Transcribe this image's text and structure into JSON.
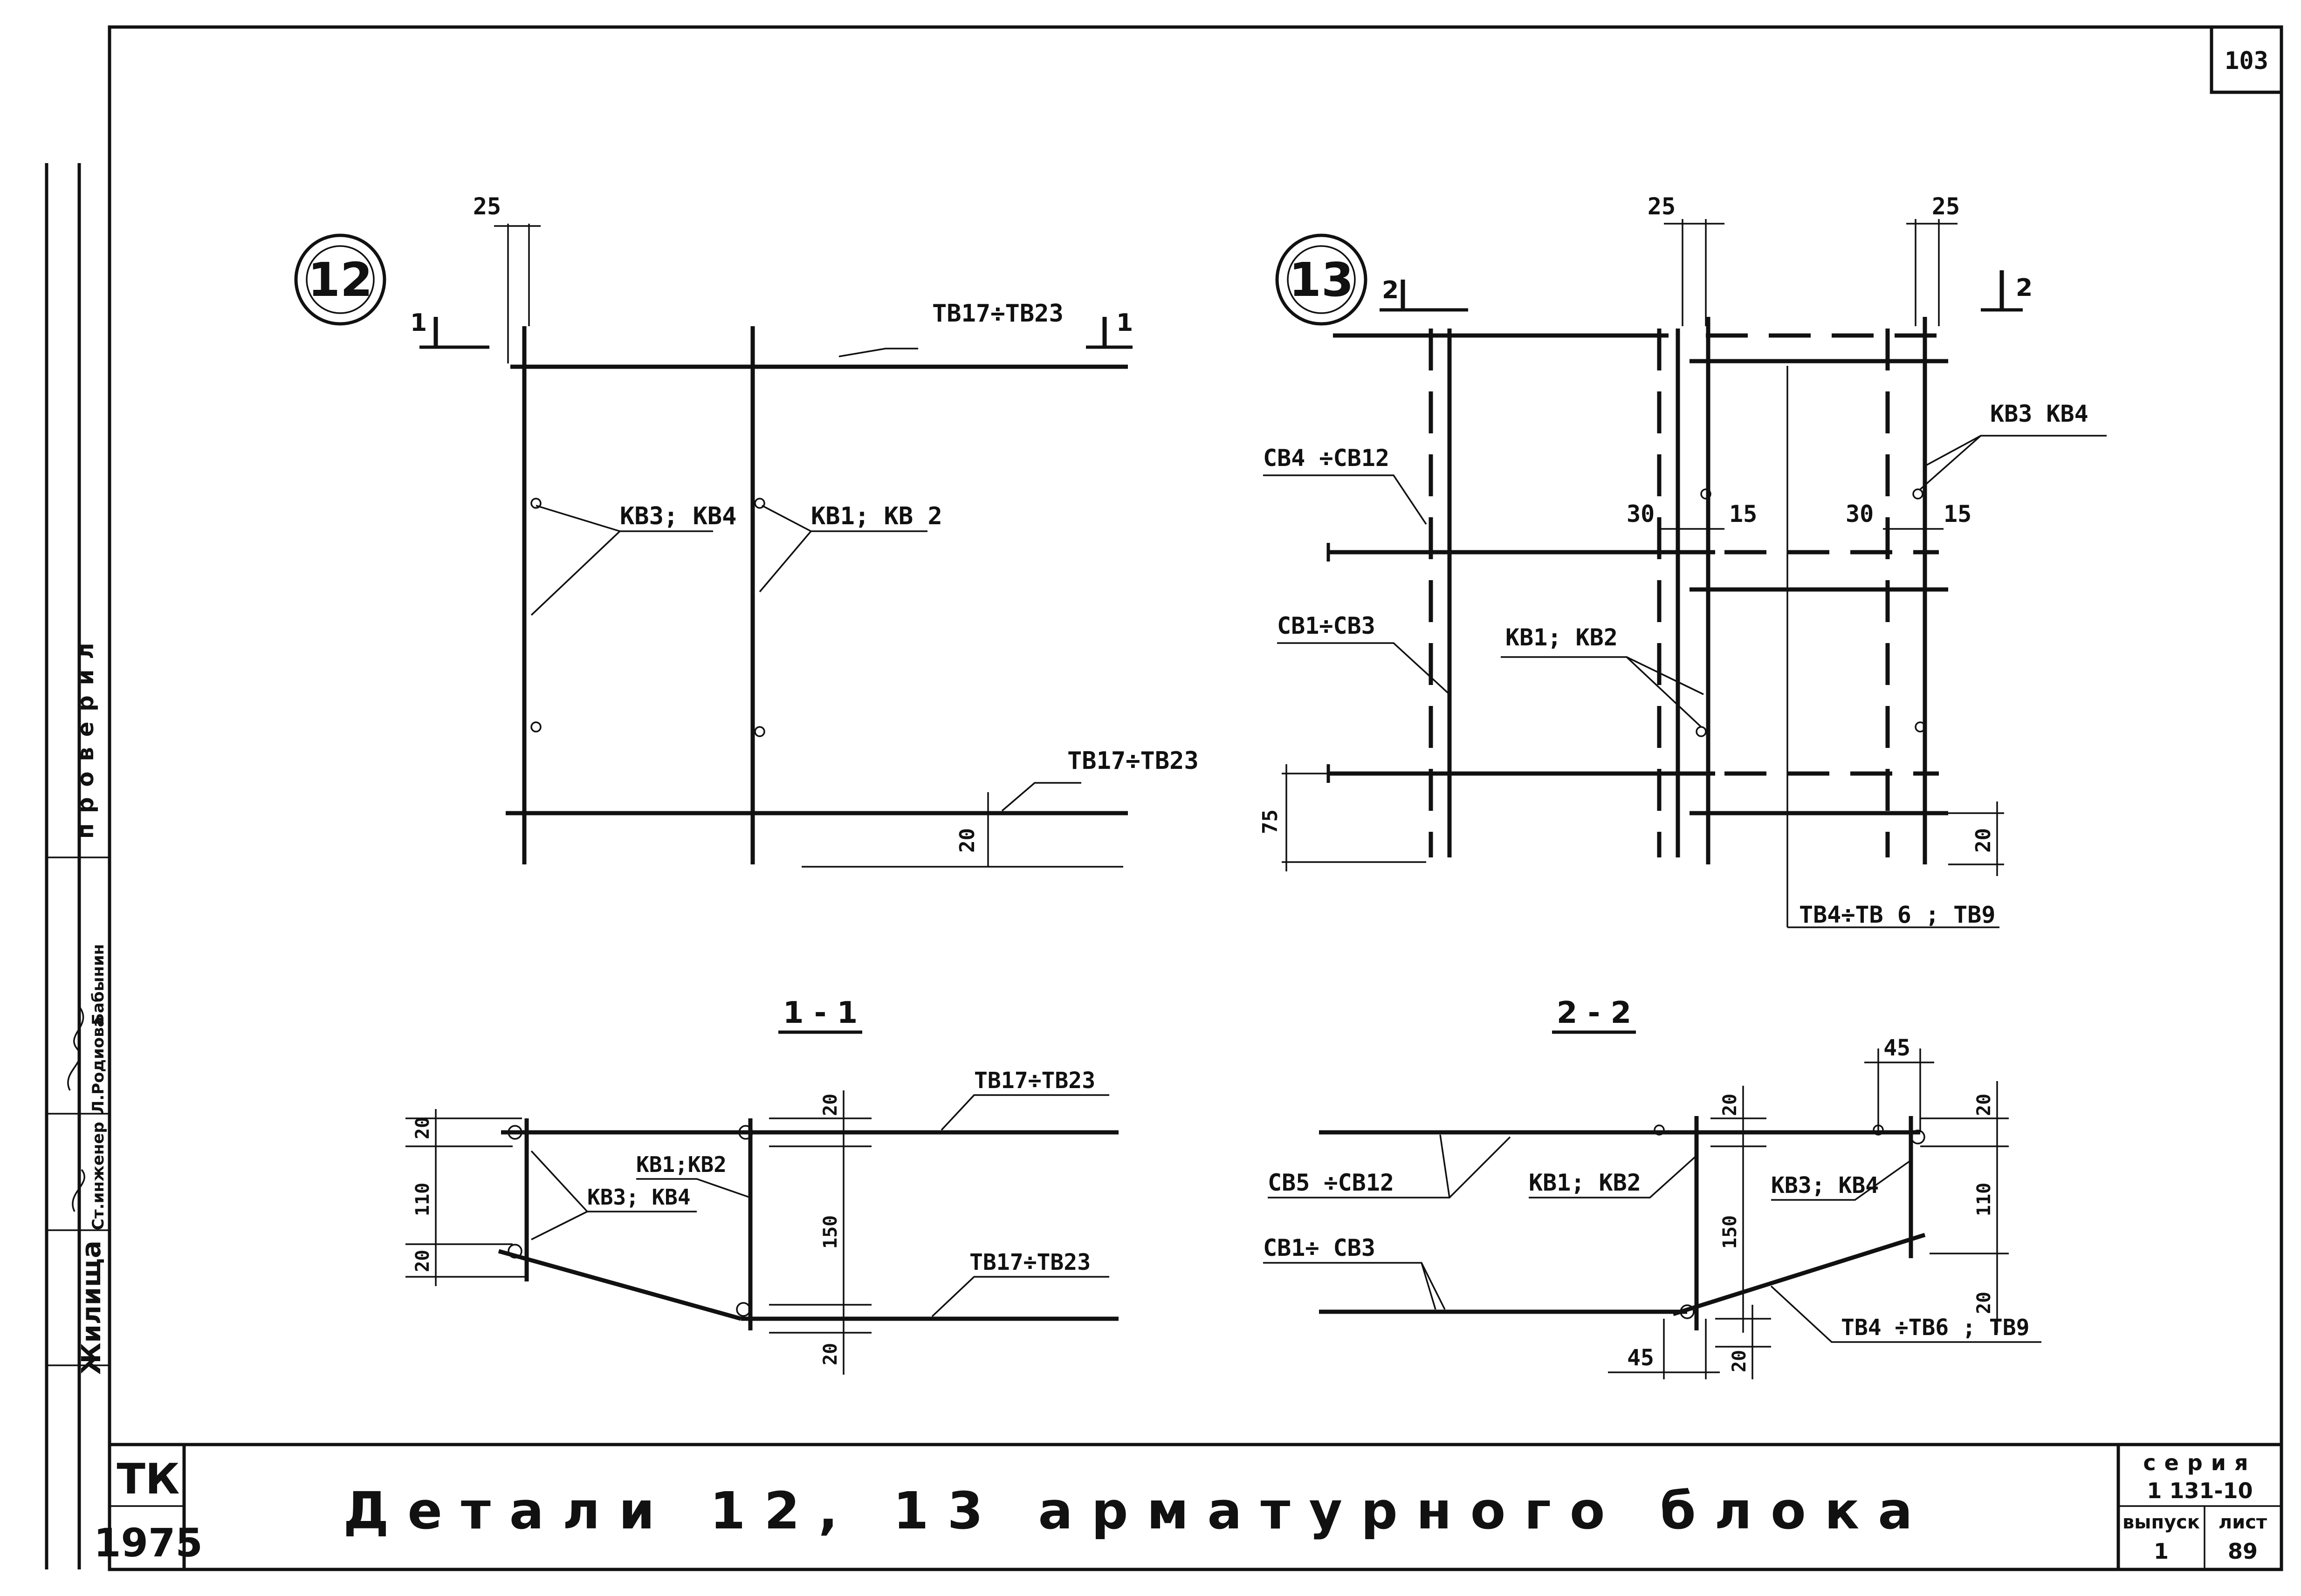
{
  "sheet": {
    "page_number": "103",
    "title": "Детали 12, 13 арматурного блока",
    "code": "ТК",
    "year": "1975",
    "seria_label": "серия",
    "seria_value": "1 131-10",
    "vypusk_label": "выпуск",
    "vypusk_value": "1",
    "list_label": "лист",
    "list_value": "89"
  },
  "side_stamp": {
    "checked_label": "проверил",
    "name1": "Бабынин",
    "name2": "Л.Родиова",
    "name3": "Ст.инженер",
    "org": "Жилища"
  },
  "detail12": {
    "number": "12",
    "section_mark": "1",
    "dim_top": "25",
    "dim_bottom": "20",
    "label_tb_top": "ТВ17÷ТВ23",
    "label_tb_bottom": "ТВ17÷ТВ23",
    "label_kb34": "КВ3; КВ4",
    "label_kb12": "КВ1; КВ 2"
  },
  "detail13": {
    "number": "13",
    "section_mark": "2",
    "dim_25a": "25",
    "dim_25b": "25",
    "dim_30a": "30",
    "dim_15a": "15",
    "dim_30b": "30",
    "dim_15b": "15",
    "dim_75": "75",
    "dim_20": "20",
    "label_kb34": "КВ3 КВ4",
    "label_cb4_12": "СВ4 ÷СВ12",
    "label_cb1_3": "СВ1÷СВ3",
    "label_kb12": "КВ1; КВ2",
    "label_tb": "ТВ4÷ТВ 6 ; ТВ9"
  },
  "section11": {
    "title": "1 - 1",
    "dim_20_top": "20",
    "dim_110": "110",
    "dim_20_bottom": "20",
    "dim_20_mid": "20",
    "dim_150": "150",
    "dim_20_low": "20",
    "label_kb12": "КВ1;КВ2",
    "label_kb34": "КВ3; КВ4",
    "label_tb_top": "ТВ17÷ТВ23",
    "label_tb_bottom": "ТВ17÷ТВ23"
  },
  "section22": {
    "title": "2 - 2",
    "dim_45_top": "45",
    "dim_20_a": "20",
    "dim_150": "150",
    "dim_20_right": "20",
    "dim_110": "110",
    "dim_20_right_b": "20",
    "dim_45_bottom": "45",
    "dim_20_bottom": "20",
    "label_cb5_12": "СВ5 ÷СВ12",
    "label_kb12": "КВ1; КВ2",
    "label_kb34": "КВ3; КВ4",
    "label_cb1_3": "СВ1÷ СВ3",
    "label_tb": "ТВ4 ÷ТВ6 ; ТВ9"
  }
}
